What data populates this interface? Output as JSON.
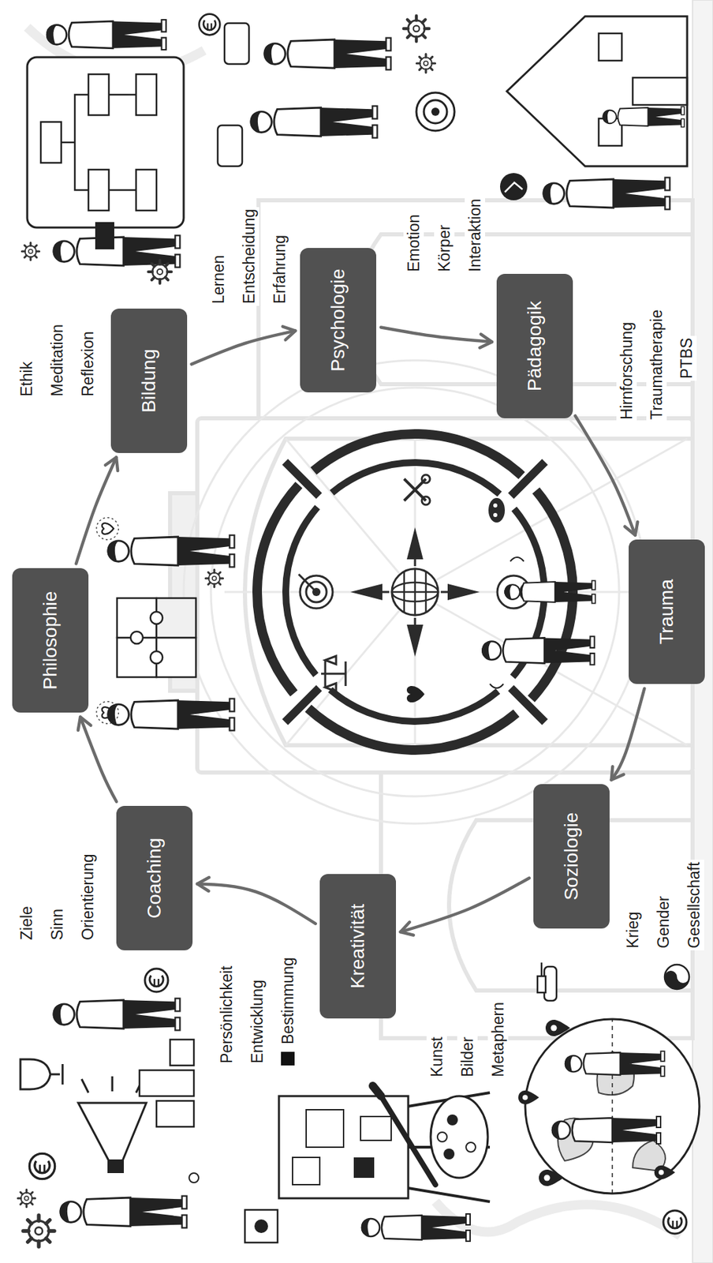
{
  "diagram": {
    "nodes": [
      {
        "text": [
          "Philosophie"
        ]
      },
      {
        "text": [
          "Bildung"
        ]
      },
      {
        "text": [
          "Psychologie"
        ]
      },
      {
        "text": [
          "Pädagogik"
        ]
      },
      {
        "text": [
          "Trauma"
        ]
      },
      {
        "text": [
          "Soziologie"
        ]
      },
      {
        "text": [
          "Kreativität"
        ]
      },
      {
        "text": [
          "Coaching"
        ]
      }
    ],
    "edges": [
      {
        "from": 7,
        "to": 0,
        "arrow": "to"
      },
      {
        "from": 0,
        "to": 1,
        "arrow": "to"
      },
      {
        "from": 1,
        "to": 2,
        "arrow": "to"
      },
      {
        "from": 2,
        "to": 3,
        "arrow": "to"
      },
      {
        "from": 3,
        "to": 4,
        "arrow": "to"
      },
      {
        "from": 4,
        "to": 5,
        "arrow": "to"
      },
      {
        "from": 5,
        "to": 6,
        "arrow": "to"
      },
      {
        "from": 6,
        "to": 7,
        "arrow": "to"
      }
    ],
    "labels": [
      "Ethik",
      "Meditation",
      "Reflexion",
      "Lernen",
      "Entscheidung",
      "Erfahrung",
      "Emotion",
      "Körper",
      "Interaktion",
      "Hirnforschung",
      "Traumatherapie",
      "PTBS",
      "Krieg",
      "Gender",
      "Gesellschaft",
      "Kunst",
      "Bilder",
      "Metaphern",
      "Persönlichkeit",
      "Entwicklung",
      "Bestimmung",
      "Ziele",
      "Sinn",
      "Orientierung"
    ]
  }
}
